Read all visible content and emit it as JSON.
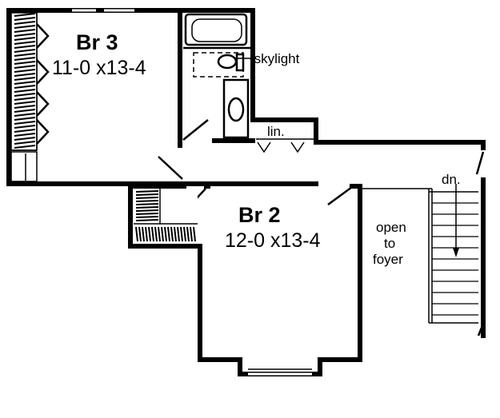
{
  "rooms": [
    {
      "name": "Br  3",
      "dims": "11-0 x13-4"
    },
    {
      "name": "Br  2",
      "dims": "12-0 x13-4"
    }
  ],
  "labels": {
    "skylight": "-skylight",
    "linen": "lin.",
    "stair_down": "dn.",
    "open_line1": "open",
    "open_line2": "to",
    "open_line3": "foyer"
  },
  "colors": {
    "ink": "#000000",
    "paper": "#ffffff"
  }
}
